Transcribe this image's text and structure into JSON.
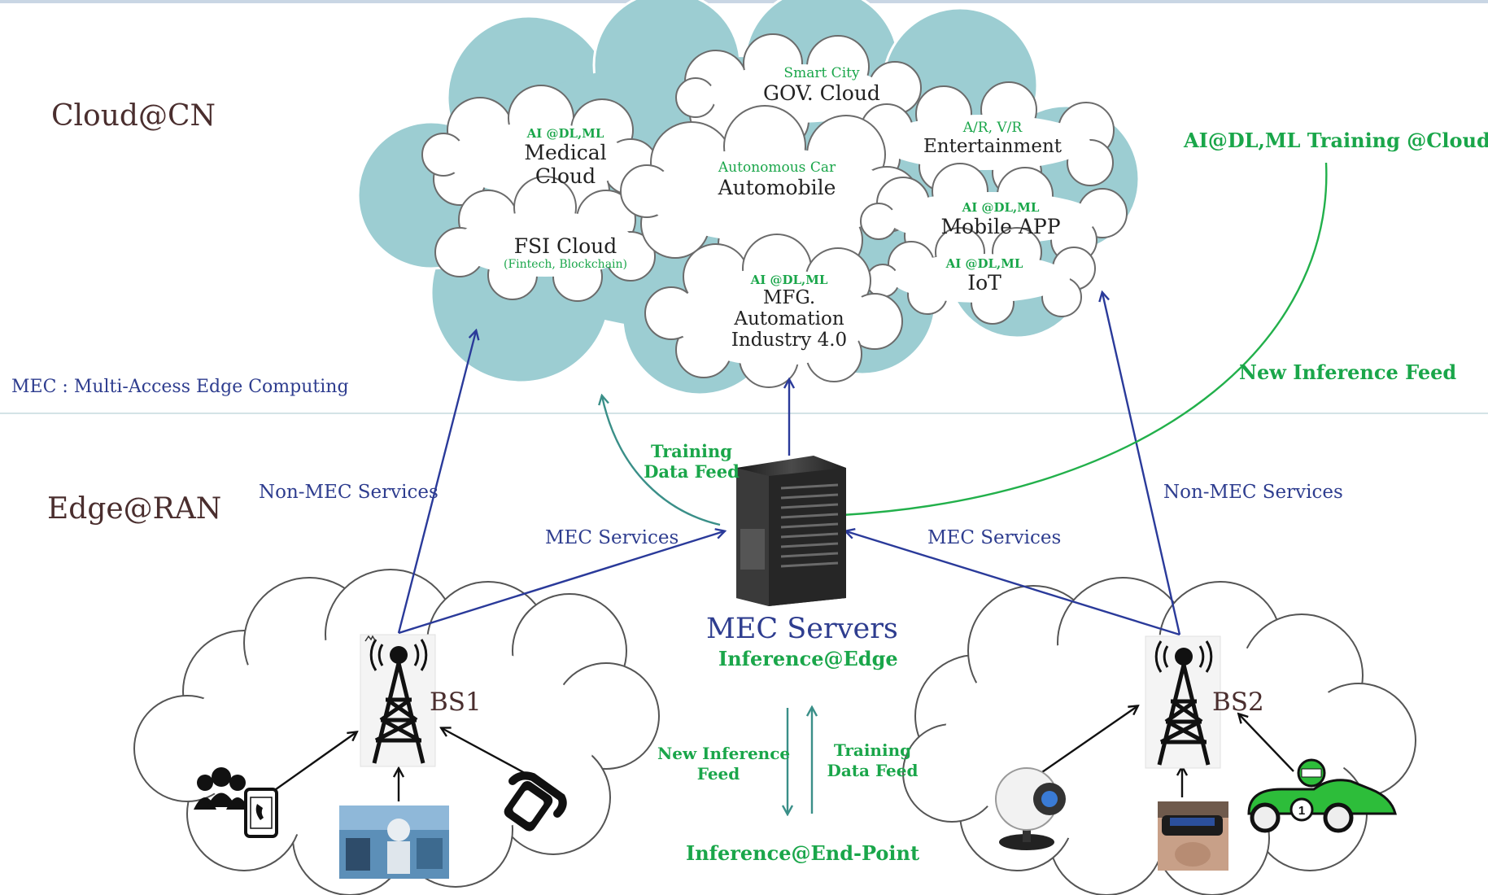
{
  "zones": {
    "cloud_label": "Cloud@CN",
    "edge_label": "Edge@RAN",
    "mec_definition": "MEC : Multi-Access Edge Computing"
  },
  "clouds": {
    "smart_city": {
      "sub": "Smart City",
      "name": "GOV. Cloud"
    },
    "entertainment": {
      "sub": "A/R, V/R",
      "name": "Entertainment"
    },
    "medical": {
      "sub": "AI @DL,ML",
      "name_line1": "Medical",
      "name_line2": "Cloud"
    },
    "automobile": {
      "sub": "Autonomous Car",
      "name": "Automobile"
    },
    "mobile_app": {
      "sub": "AI @DL,ML",
      "name": "Mobile APP"
    },
    "fsi": {
      "name": "FSI Cloud",
      "sub": "(Fintech, Blockchain)"
    },
    "iot": {
      "sub": "AI @DL,ML",
      "name": "IoT"
    },
    "mfg": {
      "sub": "AI @DL,ML",
      "name_line1": "MFG.",
      "name_line2": "Automation",
      "name_line3": "Industry 4.0"
    }
  },
  "edge": {
    "training_at_cloud": "AI@DL,ML Training @Cloud",
    "new_inference_feed": "New Inference Feed",
    "training_data_feed_line1": "Training",
    "training_data_feed_line2": "Data Feed",
    "non_mec_left": "Non-MEC Services",
    "non_mec_right": "Non-MEC Services",
    "mec_services_left": "MEC Services",
    "mec_services_right": "MEC Services",
    "mec_servers": "MEC Servers",
    "inference_edge": "Inference@Edge",
    "new_inf_feed_bottom_line1": "New Inference",
    "new_inf_feed_bottom_line2": "Feed",
    "training_bottom_line1": "Training",
    "training_bottom_line2": "Data Feed",
    "inference_endpoint": "Inference@End-Point",
    "bs1": "BS1",
    "bs2": "BS2"
  },
  "colors": {
    "cloud_fill": "#9ccdd2",
    "navy_arrow": "#2a3a9a",
    "green_arrow": "#22b04b",
    "teal_arrow": "#3a8f88"
  },
  "icons": [
    "tower-icon",
    "people-icon",
    "phone-icon",
    "robot-photo-icon",
    "smartwatch-icon",
    "webcam-icon",
    "vr-headset-icon",
    "race-car-icon",
    "server-tower-icon"
  ]
}
